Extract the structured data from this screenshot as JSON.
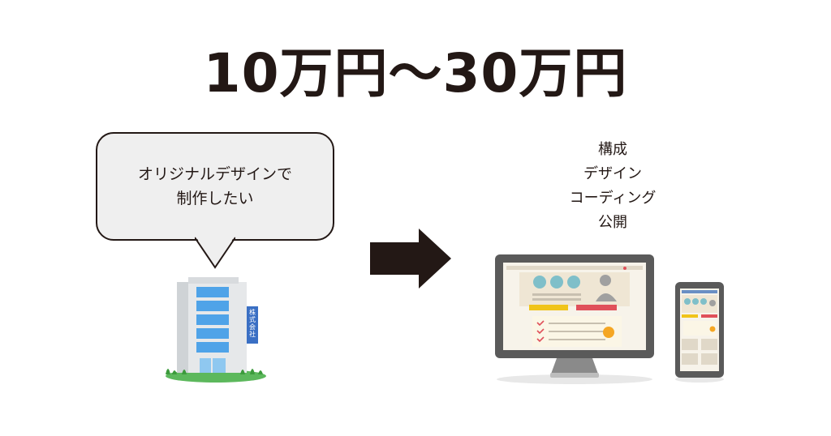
{
  "title": "10万円〜30万円",
  "bubble": {
    "line1": "オリジナルデザインで",
    "line2": "制作したい"
  },
  "steps": [
    "構成",
    "デザイン",
    "コーディング",
    "公開"
  ],
  "building_sign": "株式会社",
  "colors": {
    "text": "#231815",
    "bubble_bg": "#efefef",
    "building_glass": "#4fa3e8",
    "sign": "#3a6fc4",
    "grass": "#4caf50",
    "monitor_frame": "#5a5a5a",
    "accent_yellow": "#f0c419",
    "accent_red": "#e0505a",
    "accent_orange": "#f5a623",
    "accent_teal": "#7fbfc9"
  },
  "icons": [
    "speech-bubble",
    "right-arrow",
    "office-building-icon",
    "desktop-monitor-icon",
    "smartphone-icon"
  ]
}
